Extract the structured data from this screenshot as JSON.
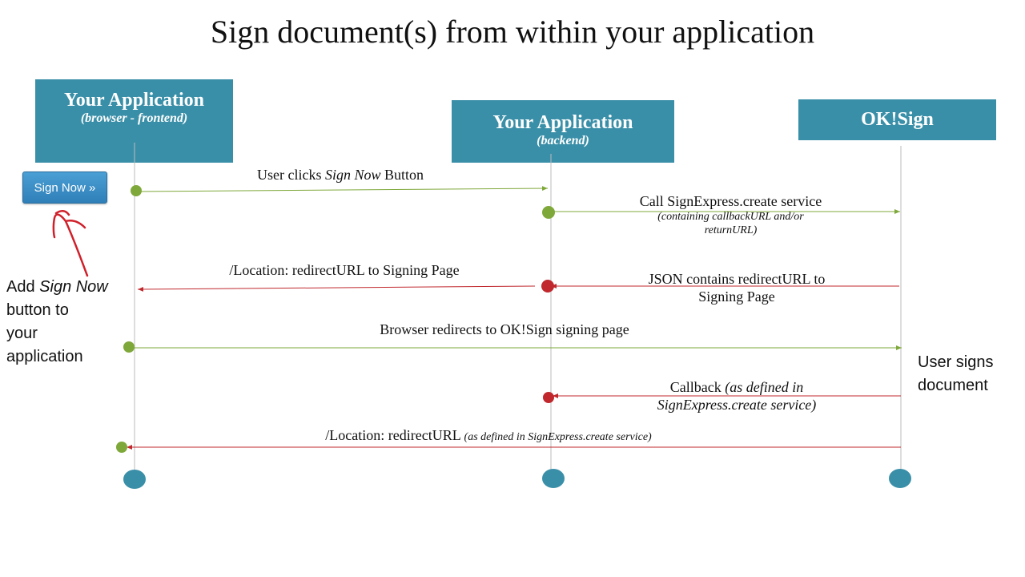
{
  "title": "Sign document(s) from within your application",
  "actors": {
    "frontend": {
      "name": "Your Application",
      "sub": "(browser  - frontend)"
    },
    "backend": {
      "name": "Your Application",
      "sub": "(backend)"
    },
    "oksign": {
      "name": "OK!Sign"
    }
  },
  "sign_now_button": "Sign Now »",
  "messages": {
    "m1": {
      "pre": "User clicks ",
      "em": "Sign Now",
      "post": " Button"
    },
    "m2": {
      "line1": "Call SignExpress.create service",
      "note1": "(containing callbackURL and/or",
      "note2": "returnURL)"
    },
    "m3": {
      "text": "/Location: redirectURL to Signing Page"
    },
    "m4": {
      "line1": "JSON contains redirectURL to",
      "line2": "Signing Page"
    },
    "m5": {
      "text": "Browser redirects to OK!Sign signing page"
    },
    "m6": {
      "pre": "Callback ",
      "em1": "(as defined in",
      "em2": "SignExpress.create  service)"
    },
    "m7": {
      "pre": "/Location: redirectURL ",
      "em": "(as defined in SignExpress.create  service)"
    }
  },
  "side_note": {
    "line1_pre": "Add ",
    "line1_em": "Sign Now",
    "line2": "button to",
    "line3": "your",
    "line4": "application"
  },
  "user_signs": {
    "line1": "User signs",
    "line2": "document"
  },
  "colors": {
    "actor": "#3a8fa8",
    "green": "#7fa83a",
    "red": "#c0282d",
    "lifeline": "#bbbbbb"
  }
}
